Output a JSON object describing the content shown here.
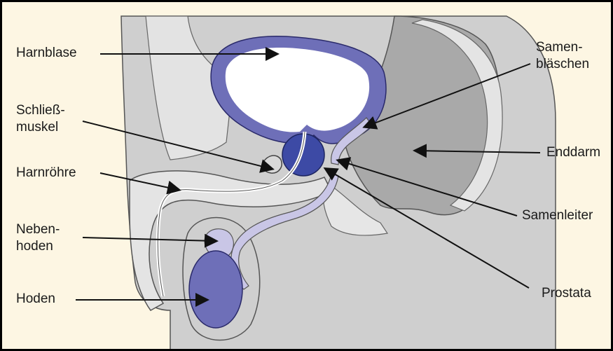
{
  "colors": {
    "background": "#fdf6e3",
    "tissue_dark": "#a8a8a8",
    "tissue_mid": "#c9c9c9",
    "tissue_light": "#e2e2e2",
    "organ_blue": "#6e6fb8",
    "organ_blue_dark": "#3d4aa5",
    "organ_lavender": "#c9c6e6",
    "line": "#222222"
  },
  "labels": {
    "harnblase": "Harnblase",
    "schliessmuskel": [
      "Schließ-",
      "muskel"
    ],
    "harnroehre": "Harnröhre",
    "nebenhoden": [
      "Neben-",
      "hoden"
    ],
    "hoden": "Hoden",
    "samenblaeschen": [
      "Samen-",
      "bläschen"
    ],
    "enddarm": "Enddarm",
    "samenleiter": "Samenleiter",
    "prostata": "Prostata"
  }
}
